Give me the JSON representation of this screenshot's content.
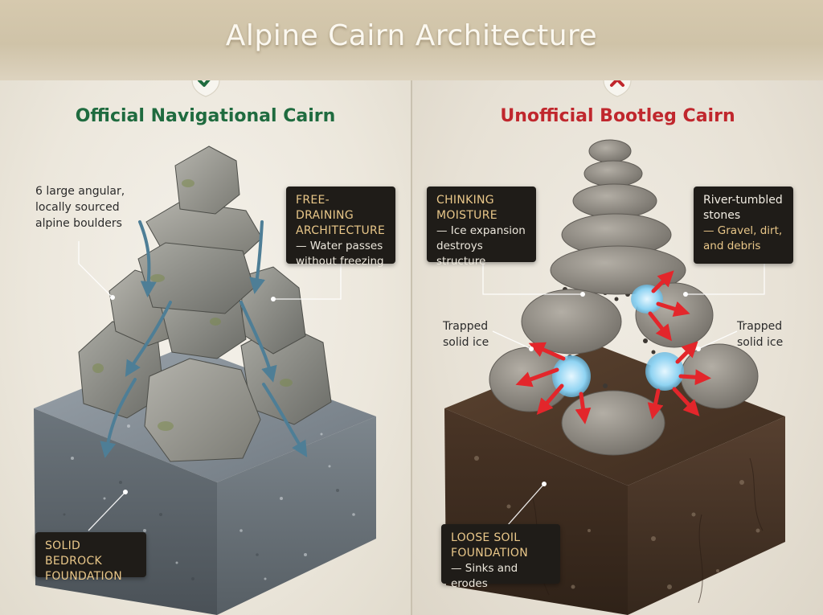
{
  "title": "Alpine Cairn Architecture",
  "colors": {
    "official_accent": "#1f6b3f",
    "bootleg_accent": "#c0272d",
    "callout_bg": "#1f1c18",
    "callout_heading": "#e9c789",
    "water_arrow": "#4e7e96",
    "ice": "#8fd3f2",
    "pressure_arrow": "#e3262b"
  },
  "official": {
    "badge_icon": "check-shield-icon",
    "title": "Official Navigational Cairn",
    "label_boulders": [
      "6 large angular,",
      "locally sourced",
      "alpine boulders"
    ],
    "callout_drainage": {
      "heading": [
        "FREE-DRAINING",
        "ARCHITECTURE"
      ],
      "body": [
        "— Water passes",
        "without freezing"
      ]
    },
    "callout_foundation": {
      "heading": [
        "SOLID BEDROCK",
        "FOUNDATION"
      ]
    }
  },
  "bootleg": {
    "badge_icon": "x-shield-icon",
    "title": "Unofficial Bootleg Cairn",
    "callout_chinking": {
      "heading": [
        "CHINKING",
        "MOISTURE"
      ],
      "body": [
        "— Ice expansion",
        "destroys structure"
      ]
    },
    "callout_stones": {
      "lines": [
        "River-tumbled",
        "stones"
      ],
      "body": [
        "— Gravel, dirt,",
        "and debris"
      ]
    },
    "label_ice_left": [
      "Trapped",
      "solid ice"
    ],
    "label_ice_right": [
      "Trapped",
      "solid ice"
    ],
    "callout_foundation": {
      "heading": [
        "LOOSE SOIL",
        "FOUNDATION"
      ],
      "body": [
        "— Sinks and erodes"
      ]
    }
  }
}
